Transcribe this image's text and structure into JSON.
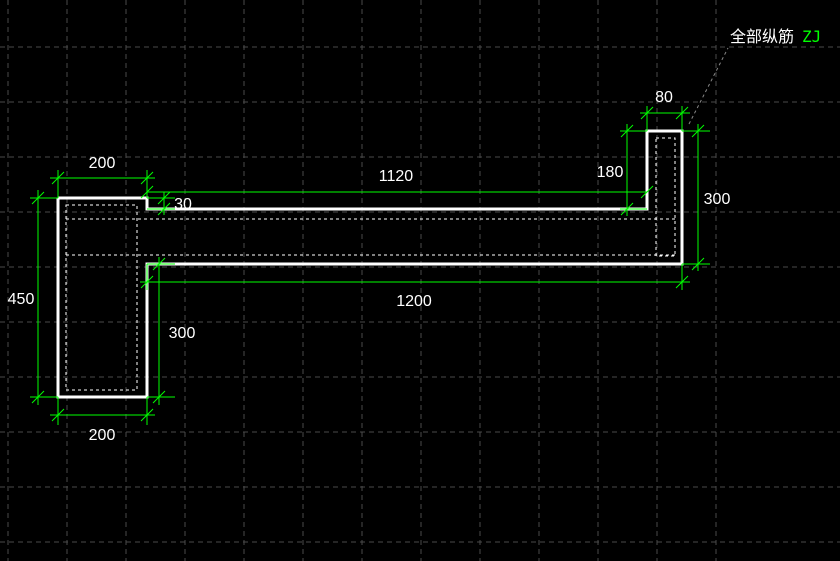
{
  "drawing": {
    "background_color": "#000000",
    "grid_color": "#4a4a4a",
    "outline_color": "#ffffff",
    "dimension_color": "#00ff00",
    "text_color": "#ffffff",
    "dims": {
      "top_left_width": "200",
      "top_span": "1120",
      "step": "30",
      "right_width": "80",
      "right_inner_height": "180",
      "right_height": "300",
      "left_height": "450",
      "lower_height": "300",
      "bottom_span": "1200",
      "bottom_left_width": "200"
    },
    "annotation": {
      "label": "全部纵筋",
      "code": "ZJ"
    }
  }
}
